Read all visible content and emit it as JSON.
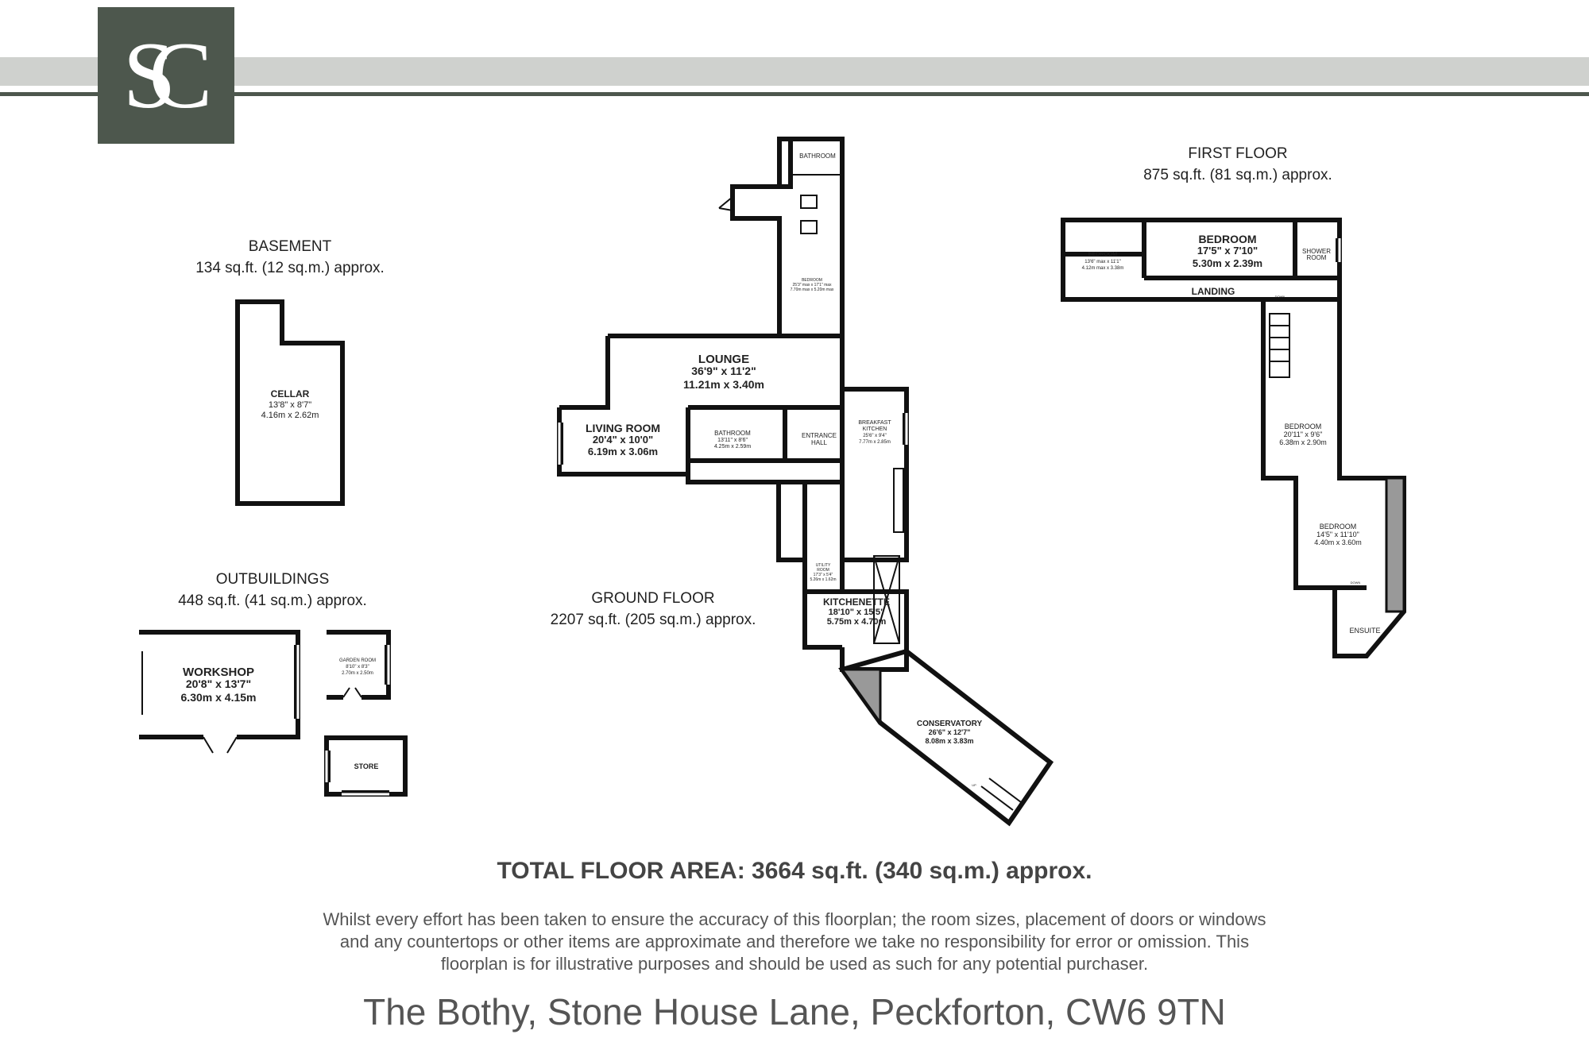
{
  "logo": {
    "text": "SC"
  },
  "floors": {
    "basement": {
      "title": "BASEMENT",
      "area": "134 sq.ft. (12 sq.m.) approx."
    },
    "outbuildings": {
      "title": "OUTBUILDINGS",
      "area": "448 sq.ft. (41 sq.m.) approx."
    },
    "ground": {
      "title": "GROUND FLOOR",
      "area": "2207 sq.ft. (205 sq.m.) approx."
    },
    "first": {
      "title": "FIRST FLOOR",
      "area": "875 sq.ft. (81 sq.m.) approx."
    }
  },
  "rooms": {
    "cellar": {
      "name": "CELLAR",
      "imperial": "13'8\" x 8'7\"",
      "metric": "4.16m x 2.62m"
    },
    "workshop": {
      "name": "WORKSHOP",
      "imperial": "20'8\" x 13'7\"",
      "metric": "6.30m x 4.15m"
    },
    "garden_room": {
      "name": "GARDEN ROOM",
      "imperial": "8'10\" x 8'3\"",
      "metric": "2.70m x 2.50m"
    },
    "store": {
      "name": "STORE"
    },
    "gf_bathroom_top": {
      "name": "BATHROOM"
    },
    "gf_bedroom": {
      "name": "BEDROOM",
      "imperial": "25'3\" max x 17'1\" max",
      "metric": "7.70m max x 5.20m max"
    },
    "lounge": {
      "name": "LOUNGE",
      "imperial": "36'9\" x 11'2\"",
      "metric": "11.21m x 3.40m"
    },
    "living_room": {
      "name": "LIVING ROOM",
      "imperial": "20'4\" x 10'0\"",
      "metric": "6.19m x 3.06m"
    },
    "gf_bathroom": {
      "name": "BATHROOM",
      "imperial": "13'11\" x 8'6\"",
      "metric": "4.25m x 2.59m"
    },
    "entrance_hall": {
      "line1": "ENTRANCE",
      "line2": "HALL"
    },
    "breakfast_kitchen": {
      "line1": "BREAKFAST",
      "line2": "KITCHEN",
      "imperial": "25'6\" x 9'4\"",
      "metric": "7.77m x 2.85m"
    },
    "utility": {
      "line1": "UTILITY",
      "line2": "ROOM",
      "imperial": "17'3\" x 5'4\"",
      "metric": "5.26m x 1.62m"
    },
    "kitchenette": {
      "name": "KITCHENETTE",
      "imperial": "18'10\" x 15'5\"",
      "metric": "5.75m x 4.70m"
    },
    "conservatory": {
      "name": "CONSERVATORY",
      "imperial": "26'6\" x 12'7\"",
      "metric": "8.08m x 3.83m"
    },
    "ff_bedroom_small": {
      "name": "BEDROOM",
      "imperial": "13'6\" max x 11'1\"",
      "metric": "4.12m max x 3.38m"
    },
    "ff_bedroom_main": {
      "name": "BEDROOM",
      "imperial": "17'5\" x 7'10\"",
      "metric": "5.30m x 2.39m"
    },
    "shower_room": {
      "line1": "SHOWER",
      "line2": "ROOM"
    },
    "landing": {
      "name": "LANDING"
    },
    "ff_bedroom_mid": {
      "name": "BEDROOM",
      "imperial": "20'11\" x 9'6\"",
      "metric": "6.38m x 2.90m"
    },
    "ff_bedroom_lower": {
      "name": "BEDROOM",
      "imperial": "14'5\" x 11'10\"",
      "metric": "4.40m x 3.60m"
    },
    "ensuite": {
      "name": "ENSUITE"
    }
  },
  "stair_labels": {
    "down": "DOWN",
    "up": "UP"
  },
  "total": "TOTAL FLOOR AREA: 3664 sq.ft. (340 sq.m.) approx.",
  "disclaimer": "Whilst every effort has been taken to ensure the accuracy of this floorplan; the room sizes, placement of doors or windows and any countertops or other items are approximate and therefore we take no responsibility for error or omission. This floorplan is for illustrative purposes and should be used as such for any potential purchaser.",
  "address": "The Bothy, Stone House Lane, Peckforton, CW6 9TN",
  "colors": {
    "brand": "#4d574d",
    "band": "#cfd1ce",
    "walls": "#111111",
    "shade": "#999999"
  }
}
